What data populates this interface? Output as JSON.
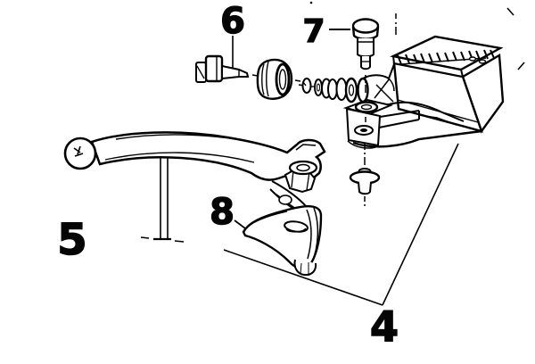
{
  "colors": {
    "line": "#000000",
    "background": "#ffffff"
  },
  "parts": [
    {
      "number": "4",
      "target": "assembly"
    },
    {
      "number": "5",
      "target": "lever"
    },
    {
      "number": "6",
      "target": "screw"
    },
    {
      "number": "7",
      "target": "bolt"
    },
    {
      "number": "8",
      "target": "knob"
    }
  ]
}
